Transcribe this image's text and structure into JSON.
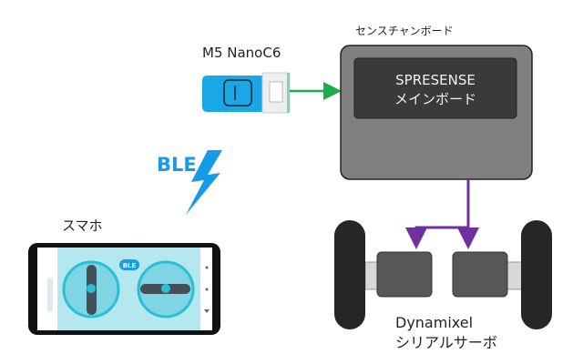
{
  "labels": {
    "nano": "M5 NanoC6",
    "carrier_board": "センスチャンボード",
    "main_board_line1": "SPRESENSE",
    "main_board_line2": "メインボード",
    "ble": "BLE",
    "phone": "スマホ",
    "phone_ble_badge": "BLE",
    "servo_line1": "Dynamixel",
    "servo_line2": "シリアルサーボ"
  },
  "colors": {
    "nano_body": "#1aa7e6",
    "ble_text": "#169be6",
    "usb_arrow": "#1aae4a",
    "serial_line": "#7030a0",
    "board": "#808080",
    "main_board": "#3a3a3a",
    "phone_screen": "#b5e7ef",
    "joystick": "#29c0d6"
  },
  "icons": {
    "lightning": "lightning-bolt-icon"
  }
}
